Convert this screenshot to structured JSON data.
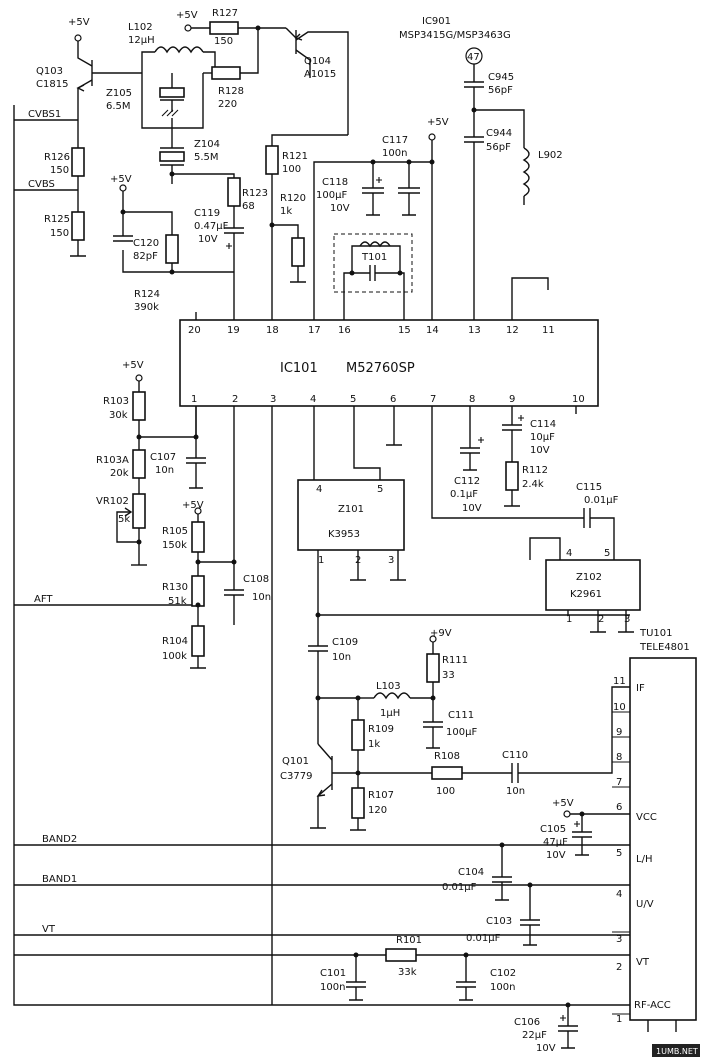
{
  "ic101": {
    "ref": "IC101",
    "part": "M52760SP",
    "top_pins": [
      "20",
      "19",
      "18",
      "17",
      "16",
      "15",
      "14",
      "13",
      "12",
      "11"
    ],
    "bottom_pins": [
      "1",
      "2",
      "3",
      "4",
      "5",
      "6",
      "7",
      "8",
      "9",
      "10"
    ]
  },
  "ic901": {
    "ref": "IC901",
    "part": "MSP3415G/MSP3463G",
    "pin": "47"
  },
  "supplies": {
    "p5v": "+5V",
    "p9v": "+9V"
  },
  "components": {
    "L102": {
      "ref": "L102",
      "val": "12μH"
    },
    "R127": {
      "ref": "R127",
      "val": "150"
    },
    "Q103": {
      "ref": "Q103",
      "val": "C1815"
    },
    "Z105": {
      "ref": "Z105",
      "val": "6.5M"
    },
    "Q104": {
      "ref": "Q104",
      "val": "A1015"
    },
    "R128": {
      "ref": "R128",
      "val": "220"
    },
    "Z104": {
      "ref": "Z104",
      "val": "5.5M"
    },
    "C945": {
      "ref": "C945",
      "val": "56pF"
    },
    "C944": {
      "ref": "C944",
      "val": "56pF"
    },
    "L902": {
      "ref": "L902"
    },
    "R126": {
      "ref": "R126",
      "val": "150"
    },
    "R125": {
      "ref": "R125",
      "val": "150"
    },
    "R121": {
      "ref": "R121",
      "val": "100"
    },
    "C117": {
      "ref": "C117",
      "val": "100n"
    },
    "C118": {
      "ref": "C118",
      "val": "100μF",
      "v": "10V"
    },
    "R123": {
      "ref": "R123",
      "val": "68"
    },
    "R120": {
      "ref": "R120",
      "val": "1k"
    },
    "C119": {
      "ref": "C119",
      "val": "0.47μF",
      "v": "10V"
    },
    "C120": {
      "ref": "C120",
      "val": "82pF"
    },
    "R124": {
      "ref": "R124",
      "val": "390k"
    },
    "T101": {
      "ref": "T101"
    },
    "R103": {
      "ref": "R103",
      "val": "30k"
    },
    "R103A": {
      "ref": "R103A",
      "val": "20k"
    },
    "C107": {
      "ref": "C107",
      "val": "10n"
    },
    "VR102": {
      "ref": "VR102",
      "val": "5k"
    },
    "R105": {
      "ref": "R105",
      "val": "150k"
    },
    "R130": {
      "ref": "R130",
      "val": "51k"
    },
    "C108": {
      "ref": "C108",
      "val": "10n"
    },
    "R104": {
      "ref": "R104",
      "val": "100k"
    },
    "C112": {
      "ref": "C112",
      "val": "0.1μF",
      "v": "10V"
    },
    "C114": {
      "ref": "C114",
      "val": "10μF",
      "v": "10V"
    },
    "R112": {
      "ref": "R112",
      "val": "2.4k"
    },
    "C115": {
      "ref": "C115",
      "val": "0.01μF"
    },
    "Z101": {
      "ref": "Z101",
      "val": "K3953"
    },
    "Z102": {
      "ref": "Z102",
      "val": "K2961"
    },
    "C109": {
      "ref": "C109",
      "val": "10n"
    },
    "R111": {
      "ref": "R111",
      "val": "33"
    },
    "L103": {
      "ref": "L103",
      "val": "1μH"
    },
    "C111": {
      "ref": "C111",
      "val": "100μF"
    },
    "R109": {
      "ref": "R109",
      "val": "1k"
    },
    "Q101": {
      "ref": "Q101",
      "val": "C3779"
    },
    "R108": {
      "ref": "R108",
      "val": "100"
    },
    "C110": {
      "ref": "C110",
      "val": "10n"
    },
    "R107": {
      "ref": "R107",
      "val": "120"
    },
    "C105": {
      "ref": "C105",
      "val": "47μF",
      "v": "10V"
    },
    "C104": {
      "ref": "C104",
      "val": "0.01μF"
    },
    "C103": {
      "ref": "C103",
      "val": "0.01μF"
    },
    "R101": {
      "ref": "R101",
      "val": "33k"
    },
    "C101": {
      "ref": "C101",
      "val": "100n"
    },
    "C102": {
      "ref": "C102",
      "val": "100n"
    },
    "C106": {
      "ref": "C106",
      "val": "22μF",
      "v": "10V"
    }
  },
  "z101_pins": [
    "4",
    "5",
    "1",
    "2",
    "3"
  ],
  "z102_pins": [
    "4",
    "5",
    "1",
    "2",
    "3"
  ],
  "tuner": {
    "ref": "TU101",
    "part": "TELE4801",
    "pins": [
      "11",
      "10",
      "9",
      "8",
      "7",
      "6",
      "5",
      "4",
      "3",
      "2",
      "1"
    ],
    "labels": {
      "if": "IF",
      "vcc": "VCC",
      "lh": "L/H",
      "uv": "U/V",
      "vt": "VT",
      "rfacc": "RF-ACC"
    }
  },
  "nets": {
    "cvbs1": "CVBS1",
    "cvbs": "CVBS",
    "aft": "AFT",
    "band2": "BAND2",
    "band1": "BAND1",
    "vt": "VT"
  },
  "watermark": "1UMB.NET"
}
